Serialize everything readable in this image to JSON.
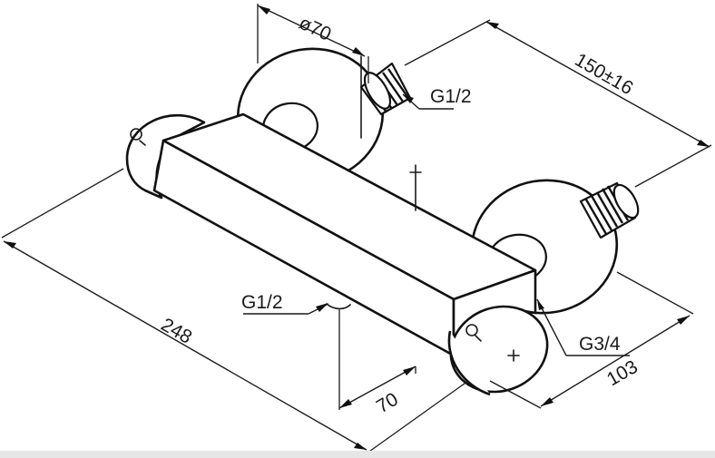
{
  "labels": {
    "dia_top": "ø70",
    "spacing": "150±16",
    "thread_top": "G1/2",
    "thread_bottom": "G1/2",
    "outlet": "G3/4",
    "length": "248",
    "depth_left": "70",
    "depth_right": "103"
  }
}
